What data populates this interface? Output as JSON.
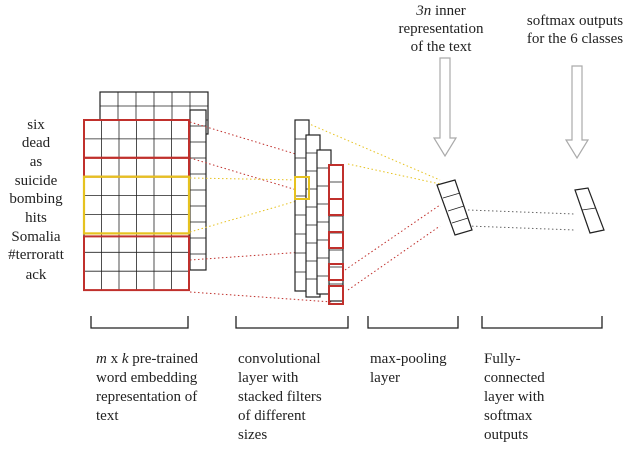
{
  "input_words": [
    "six",
    "dead",
    "as",
    "suicide",
    "bombing",
    "hits",
    "Somalia",
    "#terroratt",
    "ack"
  ],
  "top_labels": {
    "inner_var": "3n",
    "inner_rest": " inner\nrepresentation\nof  the text",
    "softmax": "softmax outputs\nfor the 6 classes"
  },
  "captions": {
    "embedding_m": "m",
    "embedding_x": " x ",
    "embedding_k": "k",
    "embedding_rest": " pre-trained word embedding representation of text",
    "conv": "convolutional\nlayer with\nstacked filters\nof different\nsizes",
    "pool": "max-pooling\nlayer",
    "fc": "Fully-\nconnected\nlayer with\nsoftmax\noutputs"
  },
  "colors": {
    "red": "#c0302c",
    "yellow": "#e6c21f",
    "black": "#222222",
    "arrow_grey": "#aaaaaa"
  }
}
